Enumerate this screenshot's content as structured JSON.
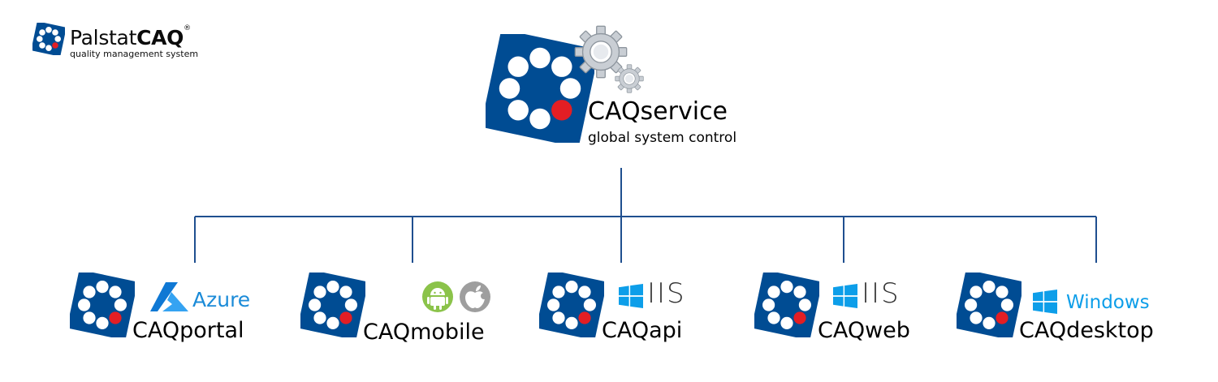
{
  "brand": {
    "name_prefix": "Palstat",
    "name_bold": "CAQ",
    "registered": "®",
    "tagline": "quality management system"
  },
  "service": {
    "title": "CAQservice",
    "subtitle": "global system control"
  },
  "modules": [
    {
      "label": "CAQportal",
      "platform_icon": "azure-icon",
      "platform_text": "Azure"
    },
    {
      "label": "CAQmobile",
      "platform_icon": "android-apple-icons",
      "platform_text": ""
    },
    {
      "label": "CAQapi",
      "platform_icon": "windows-icon",
      "platform_text": "IIS"
    },
    {
      "label": "CAQweb",
      "platform_icon": "windows-icon",
      "platform_text": "IIS"
    },
    {
      "label": "CAQdesktop",
      "platform_icon": "windows-icon",
      "platform_text": "Windows"
    }
  ],
  "colors": {
    "brand_blue": "#004c93",
    "accent_red": "#e31e24",
    "connector": "#1f4f8f",
    "azure": "#1b8bd8",
    "windows": "#0d9ee9",
    "android": "#8bc34a",
    "apple": "#9e9e9e",
    "gear": "#c9ced4"
  }
}
